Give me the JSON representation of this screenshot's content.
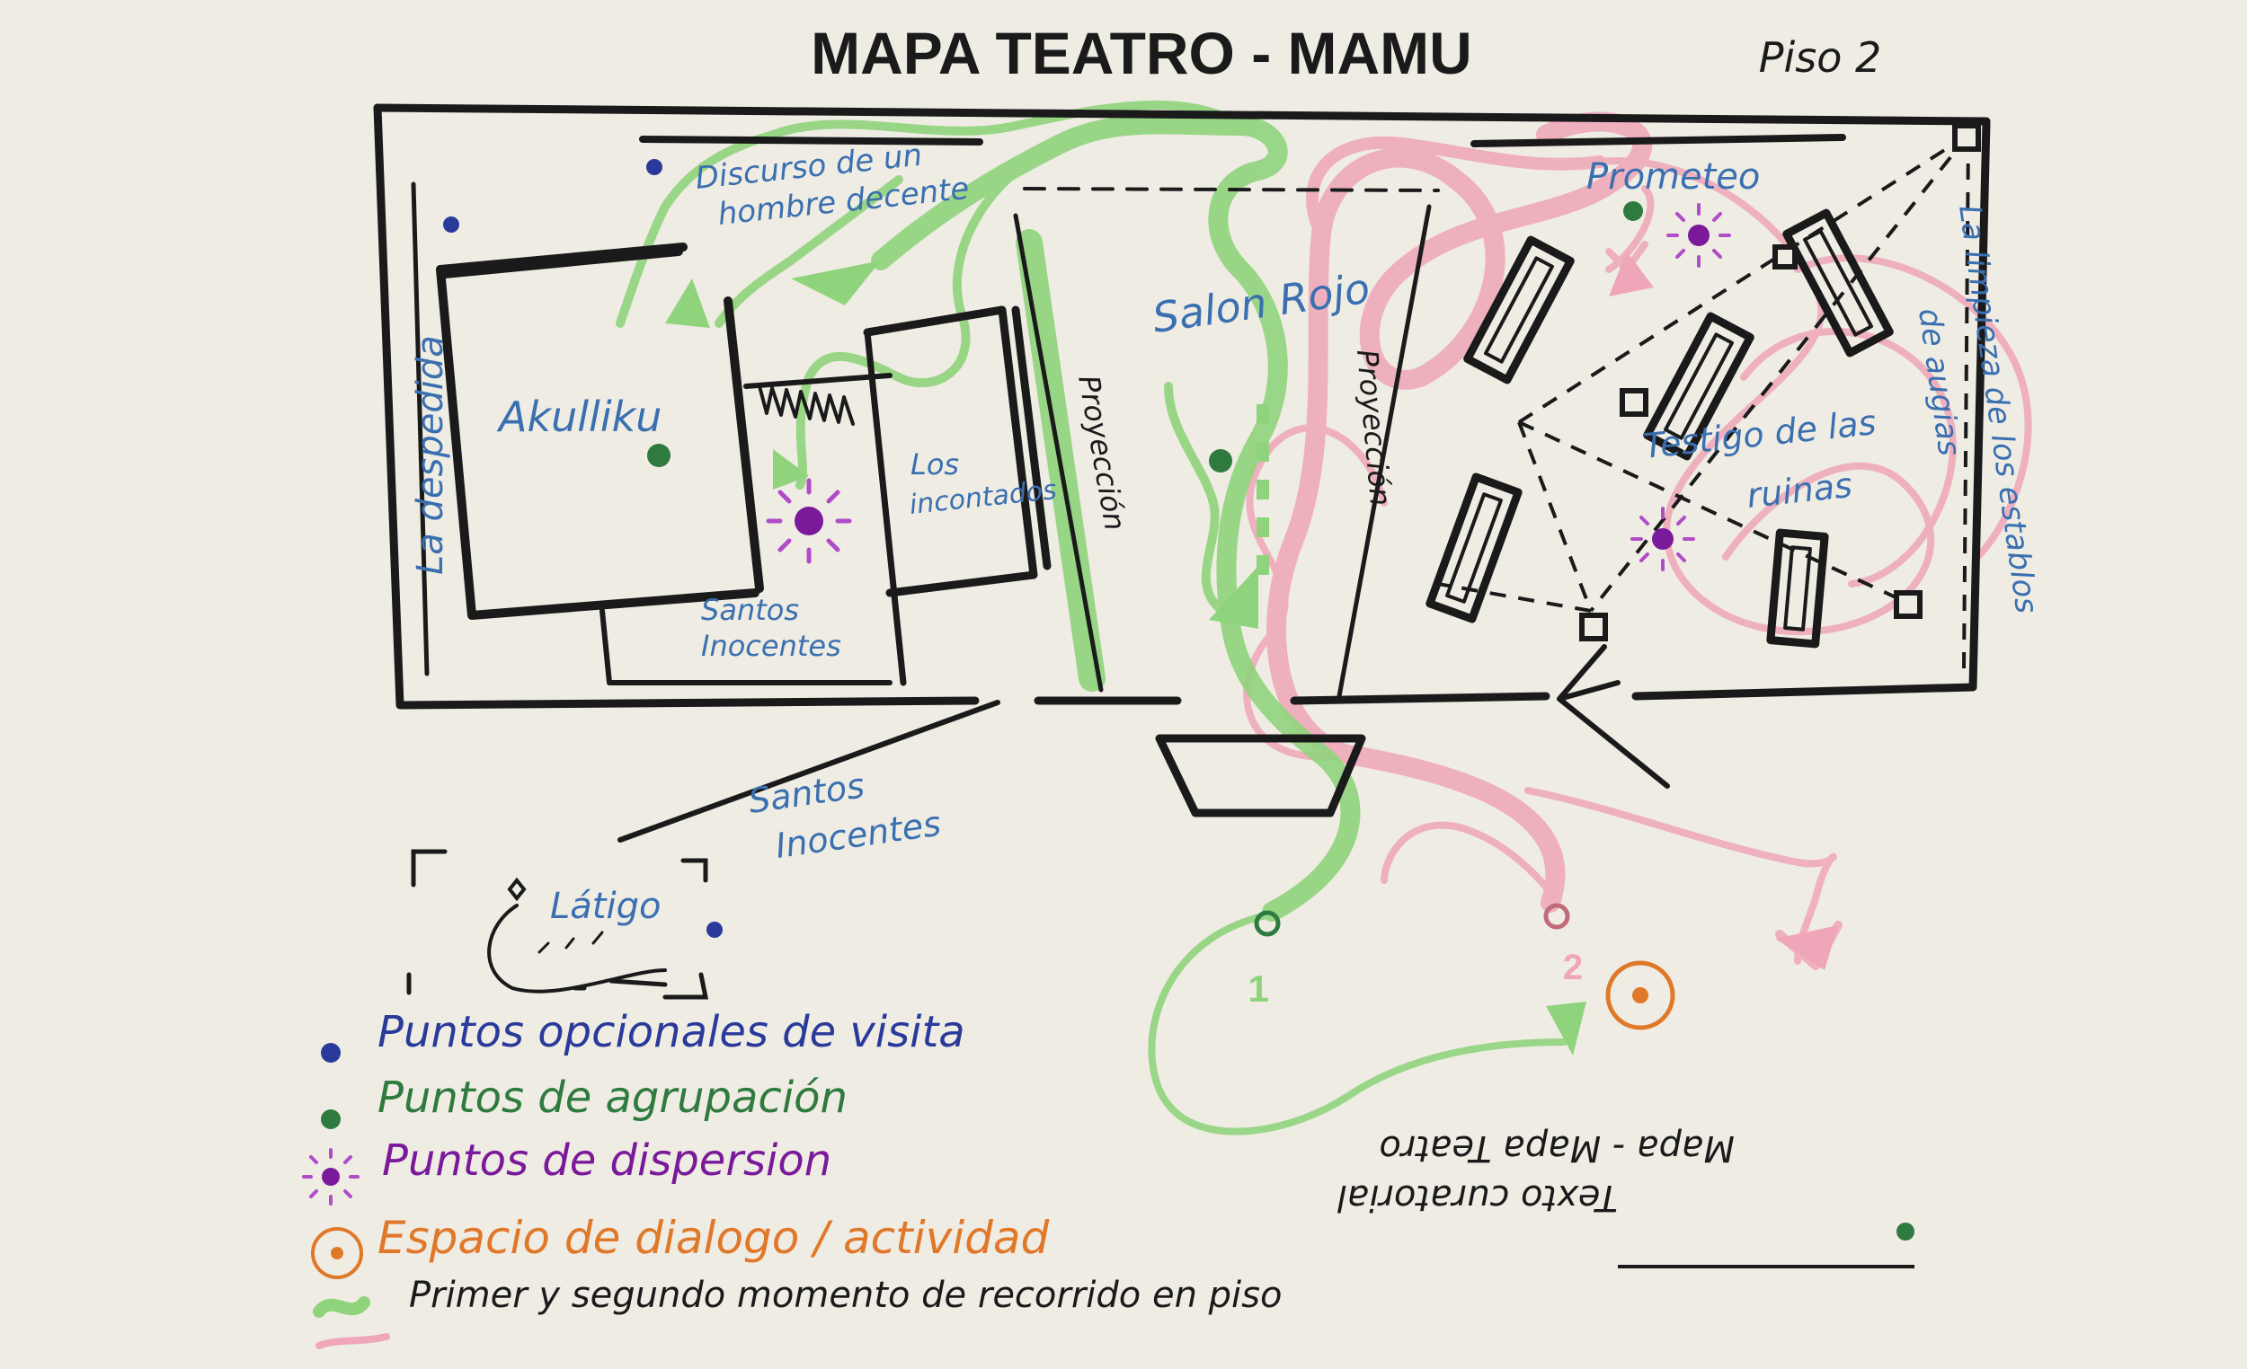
{
  "title": "MAPA TEATRO - MAMU",
  "floor": "Piso 2",
  "colors": {
    "ink": "#1a1a1a",
    "blue": "#3a6fb0",
    "navy": "#2a3a9a",
    "green": "#3f8a4a",
    "green_light": "#8fd47c",
    "pink_light": "#efa6b8",
    "purple": "#7a1a9a",
    "orange": "#e0782a"
  },
  "rooms": {
    "akulliku": "Akulliku",
    "despedida": "La despedida",
    "discurso_1": "Discurso de un",
    "discurso_2": "hombre decente",
    "incontados_1": "Los",
    "incontados_2": "incontados",
    "proyeccion_1": "Proyección",
    "proyeccion_2": "Proyección",
    "salon_rojo": "Salon Rojo",
    "prometeo": "Prometeo",
    "testigo_1": "Testigo de las",
    "testigo_2": "ruinas",
    "limpieza_1": "La limpieza de los establos",
    "limpieza_2": "de augias",
    "santos_inner_1": "Santos",
    "santos_inner_2": "Inocentes",
    "santos_outer_1": "Santos",
    "santos_outer_2": "Inocentes",
    "latigo": "Látigo"
  },
  "markers": {
    "route_1": "1",
    "route_2": "2"
  },
  "legend": {
    "optional_points": "Puntos opcionales de visita",
    "grouping_points": "Puntos de agrupación",
    "dispersion_points": "Puntos de dispersion",
    "dialog_space": "Espacio de dialogo / actividad",
    "route_moments": "Primer y segundo momento de recorrido en piso"
  },
  "upside_note": {
    "line1": "Texto curatorial",
    "line2": "Mapa - Mapa Teatro"
  }
}
